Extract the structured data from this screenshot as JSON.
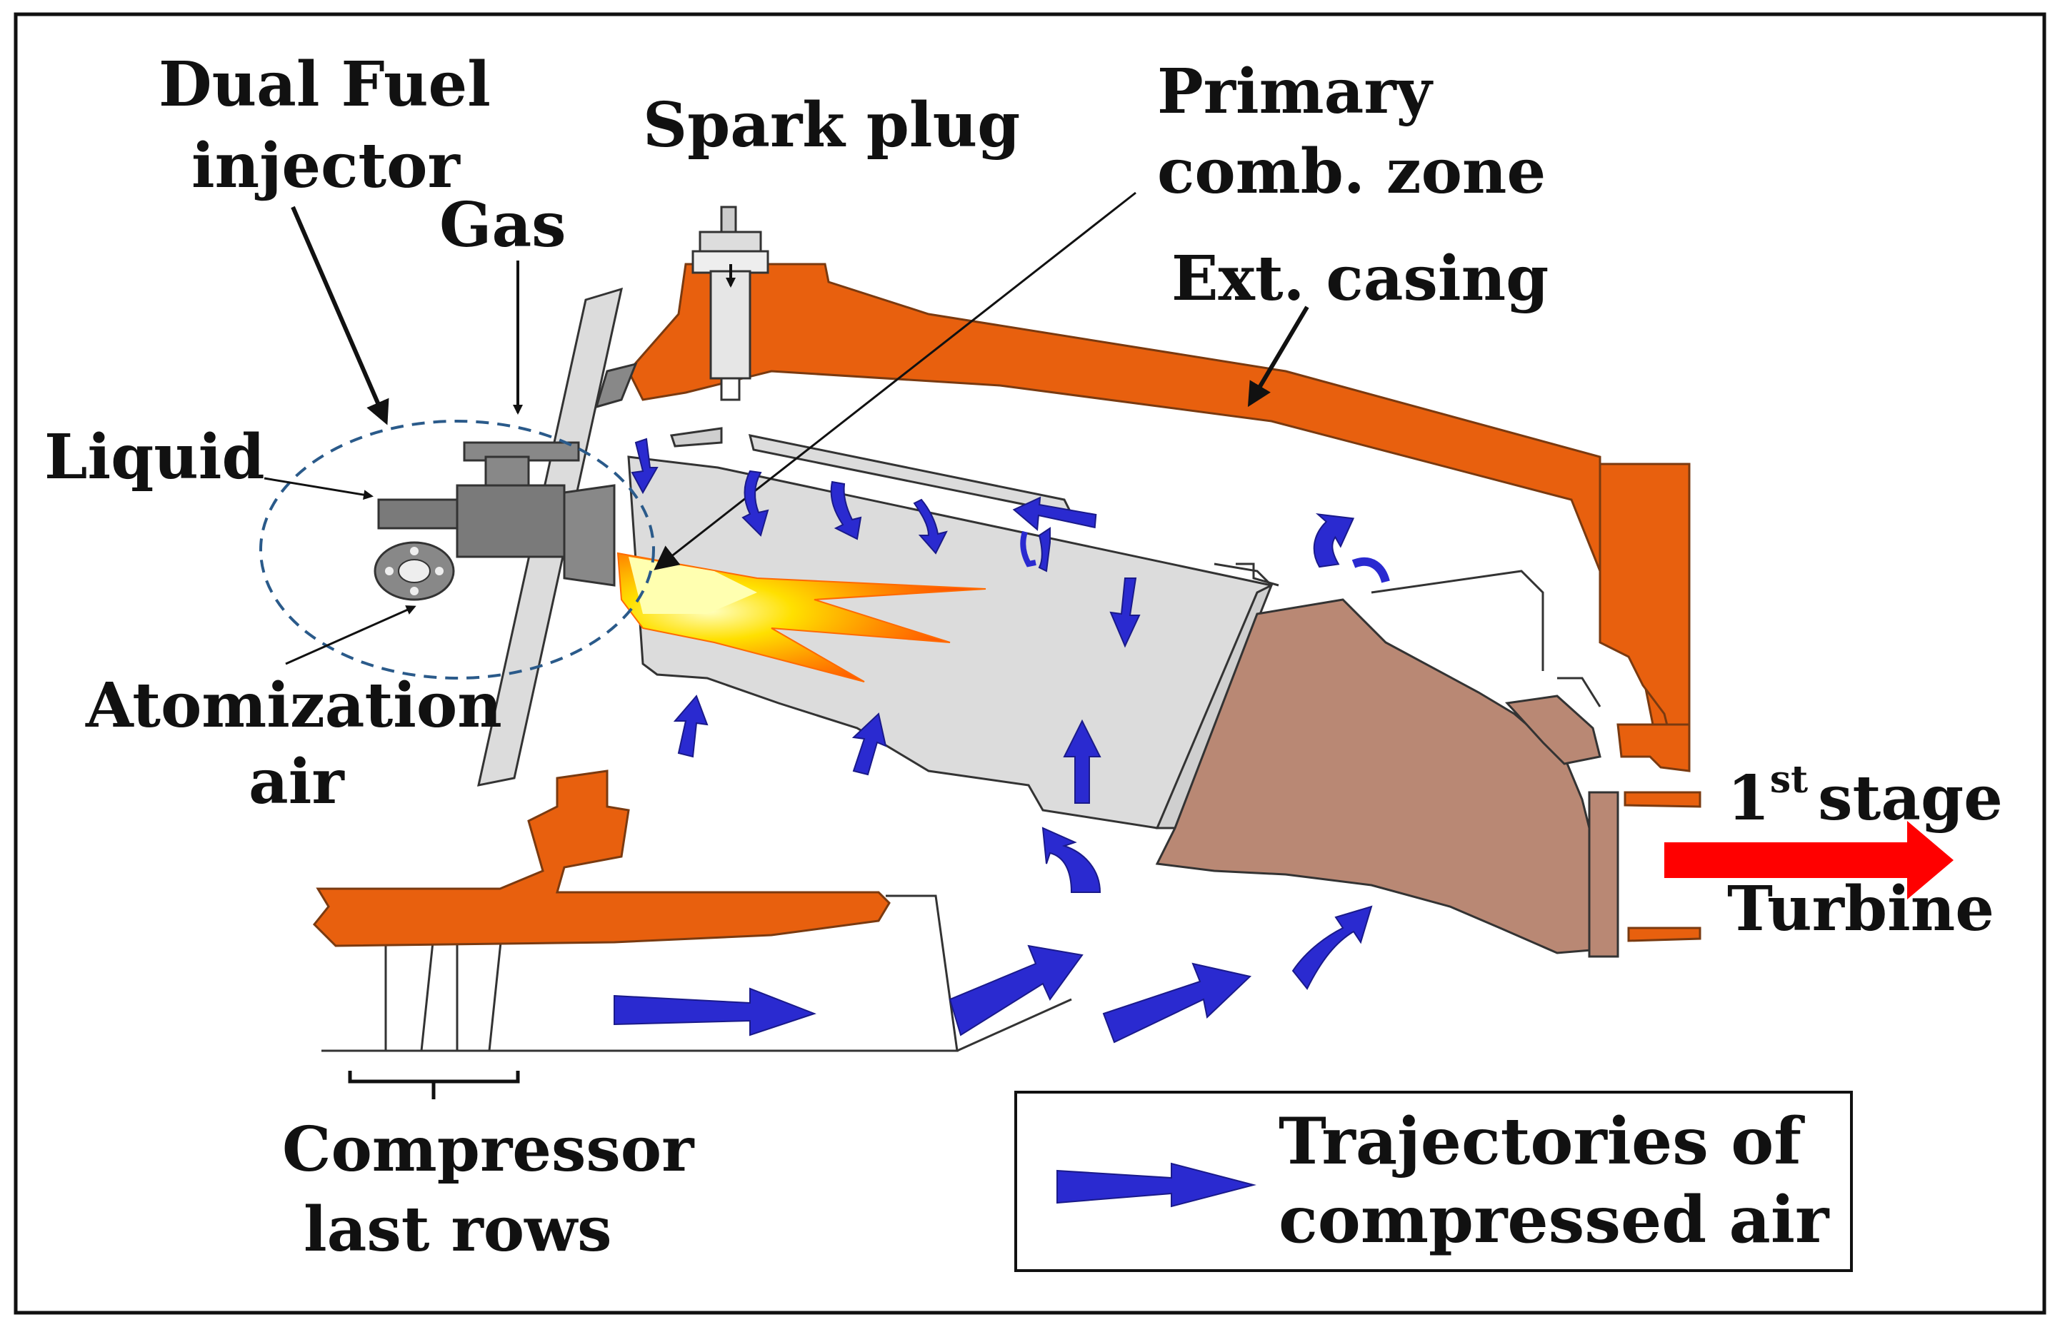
{
  "labels": {
    "dual_fuel_line1": "Dual Fuel",
    "dual_fuel_line2": "injector",
    "gas": "Gas",
    "spark_plug": "Spark plug",
    "primary_line1": "Primary",
    "primary_line2": "comb. zone",
    "ext_casing": "Ext. casing",
    "liquid": "Liquid",
    "atomization_line1": "Atomization",
    "atomization_line2": "air",
    "first_stage_main": "1",
    "first_stage_sup": "st",
    "first_stage_rest": "stage",
    "turbine": "Turbine",
    "compressor_line1": "Compressor",
    "compressor_line2": "last rows"
  },
  "legend": {
    "line1": "Trajectories of",
    "line2": "compressed air"
  },
  "colors": {
    "casing": "#e8600e",
    "liner": "#dcdcdc",
    "transition": "#b98874",
    "air_arrow": "#2a2ad0",
    "flow_arrow": "#ff0000",
    "injector": "#808080",
    "outline": "#111111"
  }
}
